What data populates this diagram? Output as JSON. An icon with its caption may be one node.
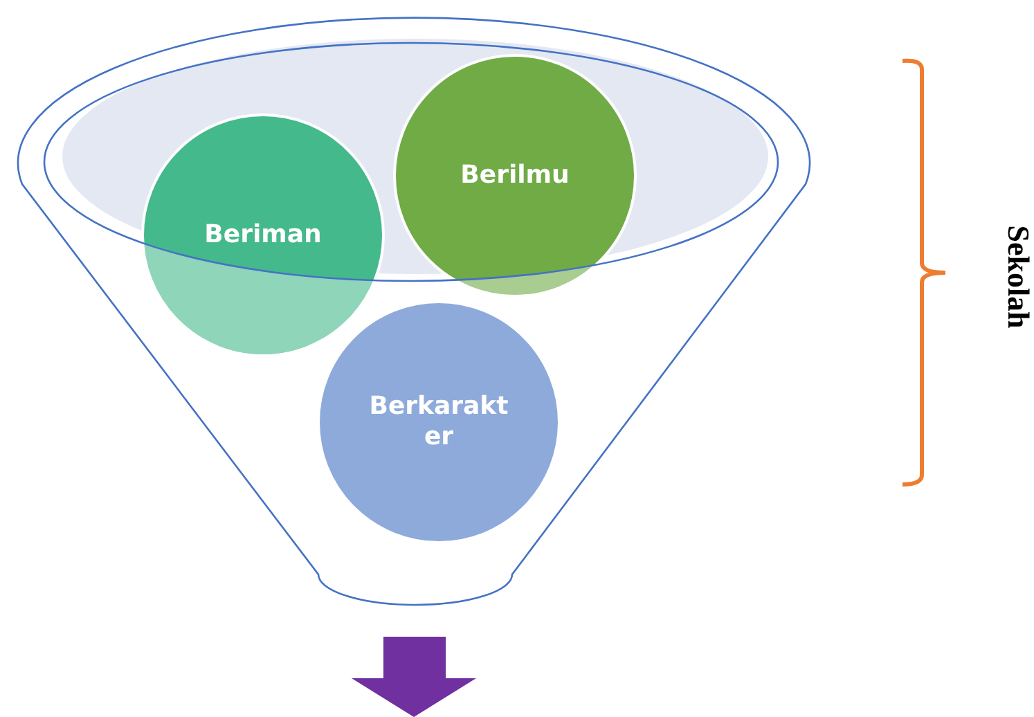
{
  "diagram": {
    "nodes": [
      {
        "text": [
          "Beriman"
        ]
      },
      {
        "text": [
          "Berilmu"
        ]
      },
      {
        "text": [
          "Berkarakter"
        ]
      }
    ],
    "edges": [],
    "labels": [
      "Sekolah"
    ]
  }
}
